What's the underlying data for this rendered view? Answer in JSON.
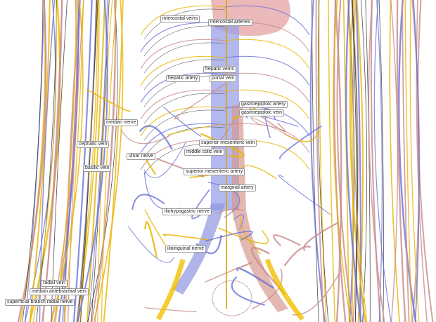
{
  "colors": {
    "nerve": "#e8b400",
    "vein": "#6a72d8",
    "artery": "#c98a8a",
    "label_border": "#9a9a9a"
  },
  "labels": [
    {
      "id": "intercostal-arteries",
      "text": "intercostal arteries"
    },
    {
      "id": "intercostal-veins",
      "text": "intercostal veins"
    },
    {
      "id": "hepatic-veins",
      "text": "hepatic veins"
    },
    {
      "id": "hepatic-artery",
      "text": "hepatic artery"
    },
    {
      "id": "portal-vein",
      "text": "portal vein"
    },
    {
      "id": "gastroepiploic-artery",
      "text": "gastroepiploic artery"
    },
    {
      "id": "gastroepiploic-vein",
      "text": "gastroepiploic vein"
    },
    {
      "id": "median-nerve",
      "text": "median nerve"
    },
    {
      "id": "cephalic-vein",
      "text": "cephalic vein"
    },
    {
      "id": "ulnar-nerve",
      "text": "ulnar nerve"
    },
    {
      "id": "basilic-vein",
      "text": "basilic vein"
    },
    {
      "id": "middle-colic-vein",
      "text": "middle colic vein"
    },
    {
      "id": "superior-mesenteric-vein",
      "text": "superior mesenteric vein"
    },
    {
      "id": "superior-mesenteric-artery",
      "text": "superior mesenteric artery"
    },
    {
      "id": "marginal-artery",
      "text": "marginal artery"
    },
    {
      "id": "iliohypogastric-nerve",
      "text": "iliohypogastric nerve"
    },
    {
      "id": "ilioinguinal-nerve",
      "text": "ilioinguinal nerve"
    },
    {
      "id": "radial-vein",
      "text": "radial vein"
    },
    {
      "id": "median-antebrachial-vein",
      "text": "median antebrachial vein"
    },
    {
      "id": "superficial-branch-radial-nerve",
      "text": "superficial branch radial nerve"
    }
  ]
}
